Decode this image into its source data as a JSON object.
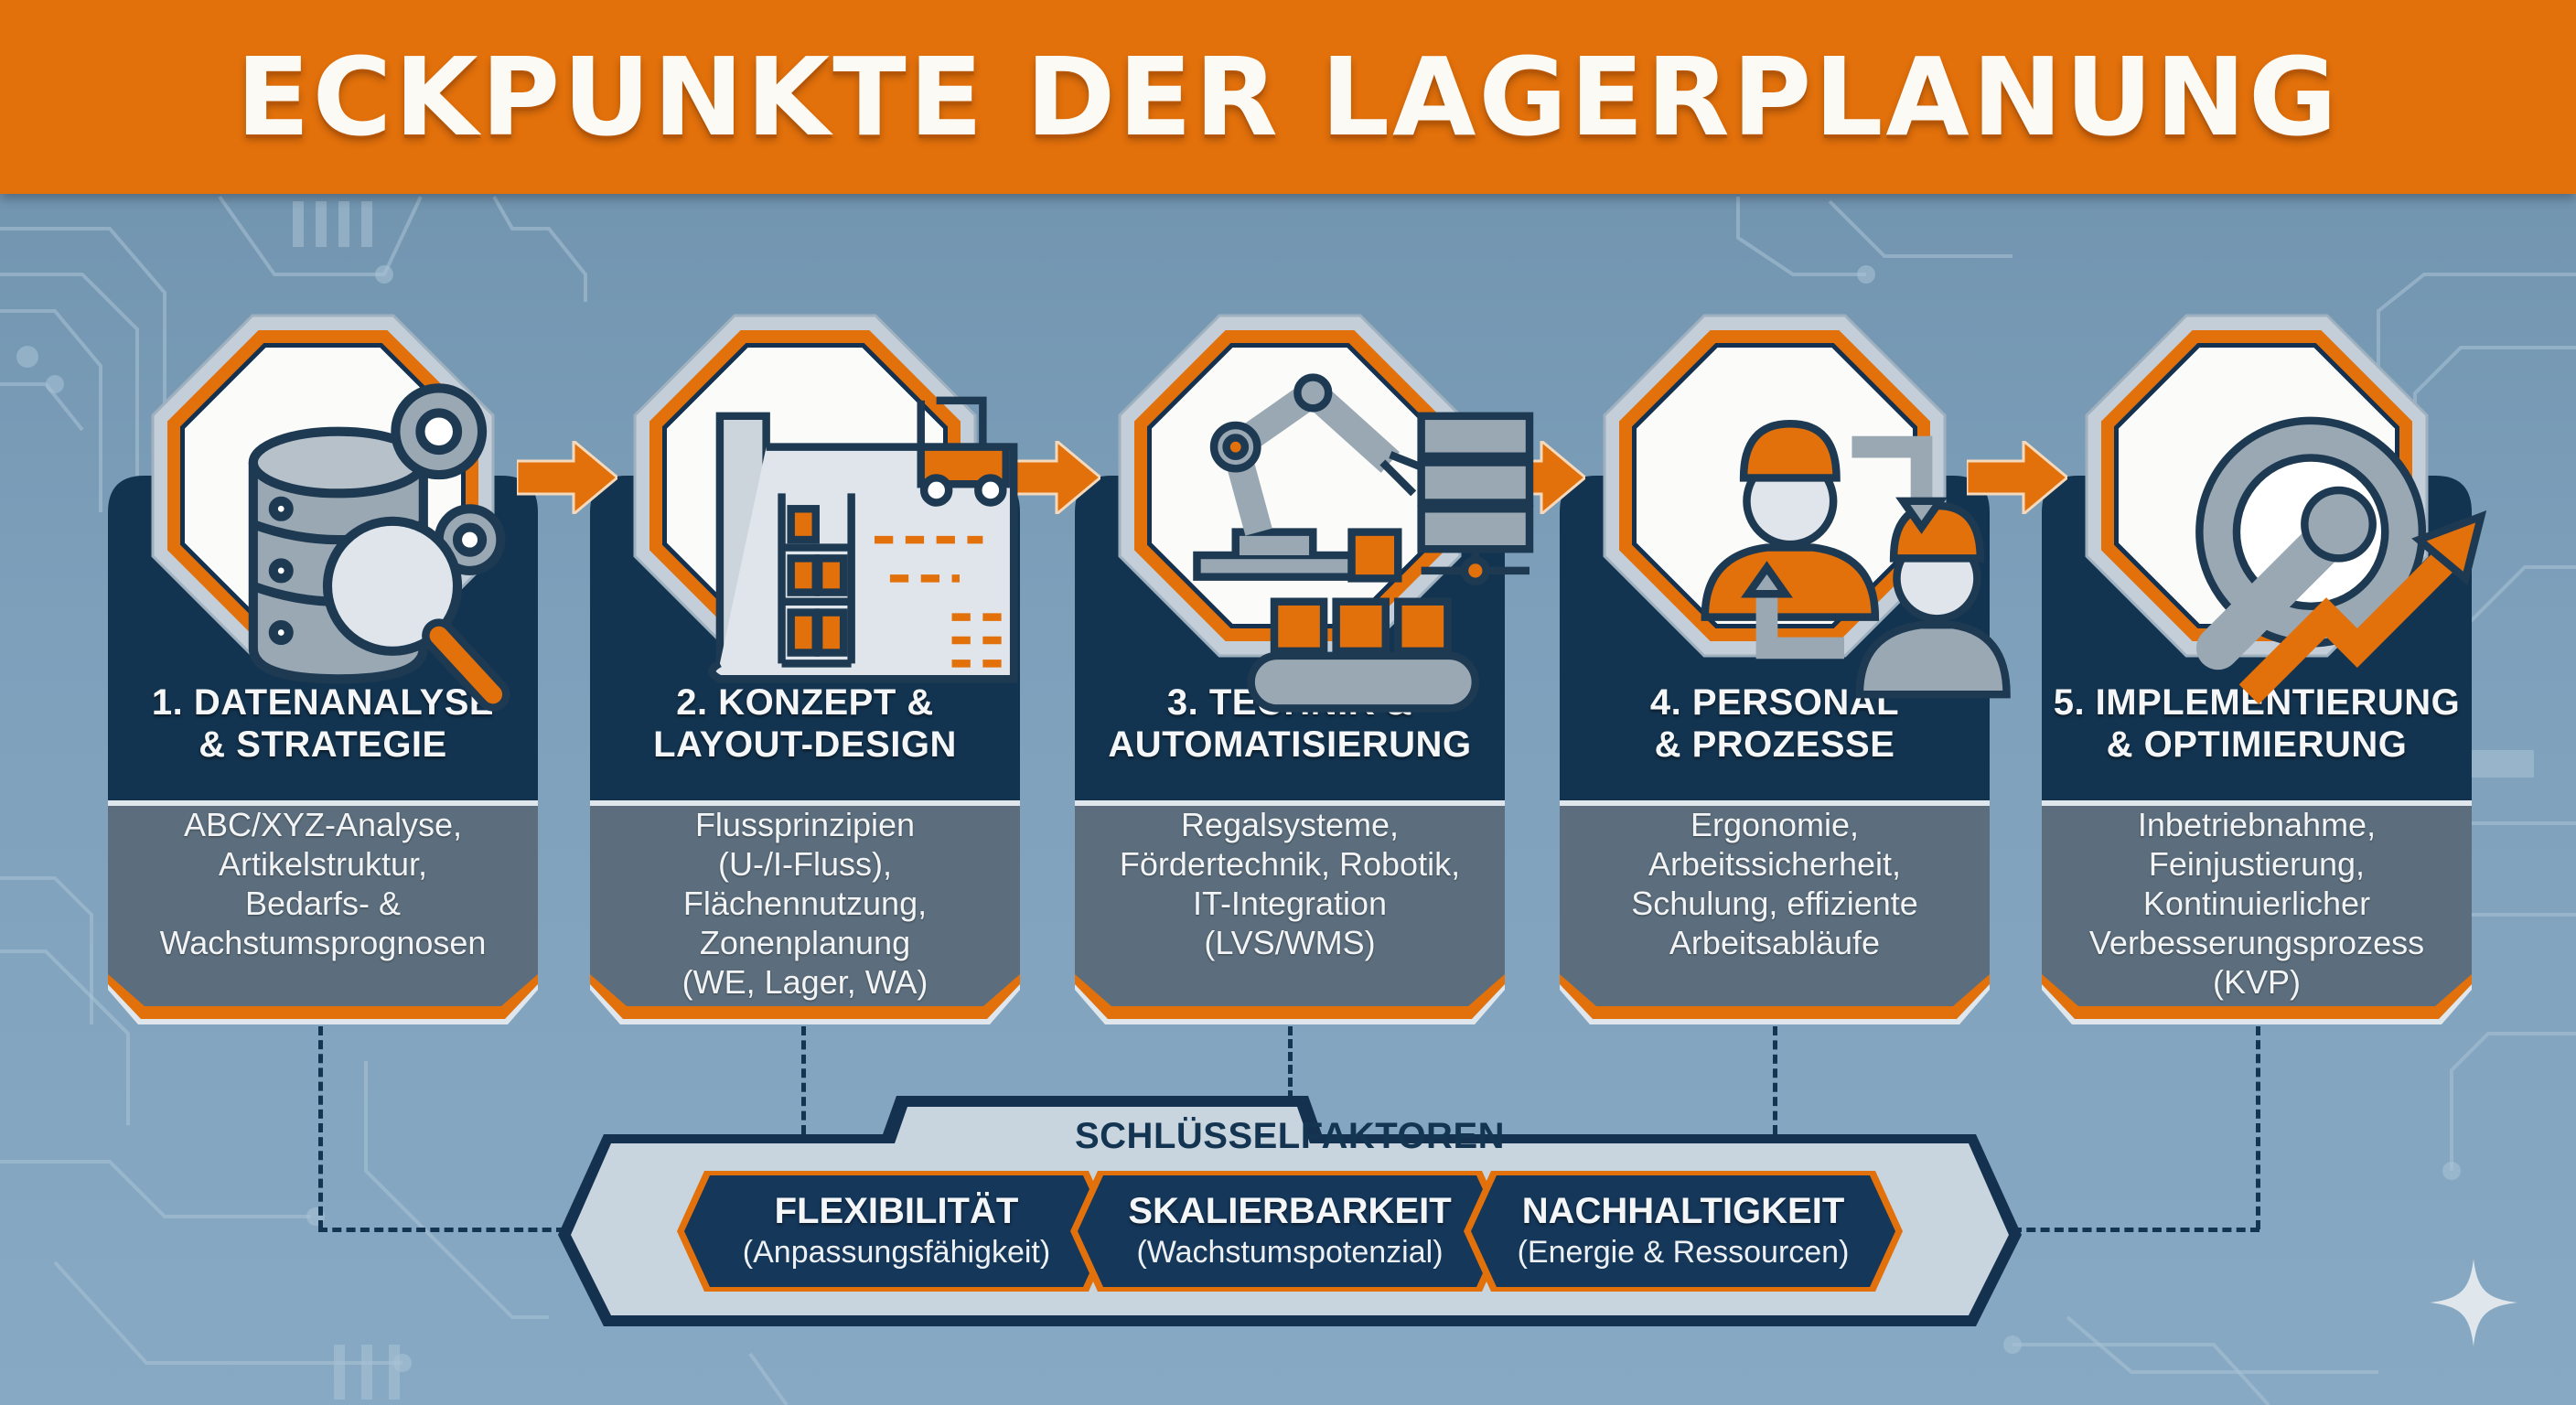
{
  "title": "ECKPUNKTE DER LAGERPLANUNG",
  "colors": {
    "orange": "#e2700b",
    "navy": "#143552",
    "gray_panel": "#5c6e7d",
    "background": "#7ea0bb",
    "light_frame": "#c9d3dc"
  },
  "steps": [
    {
      "number": "1",
      "title_line1": "1. DATENANALYSE",
      "title_line2": "& STRATEGIE",
      "icon": "database-magnifier-gears-icon",
      "body": [
        "ABC/XYZ-Analyse,",
        "Artikelstruktur,",
        "Bedarfs- &",
        "Wachstumsprognosen"
      ]
    },
    {
      "number": "2",
      "title_line1": "2. KONZEPT &",
      "title_line2": "LAYOUT-DESIGN",
      "icon": "blueprint-forklift-shelf-icon",
      "body": [
        "Flussprinzipien",
        "(U-/I-Fluss),",
        "Flächennutzung,",
        "Zonenplanung",
        "(WE, Lager, WA)"
      ]
    },
    {
      "number": "3",
      "title_line1": "3. TECHNIK &",
      "title_line2": "AUTOMATISIERUNG",
      "icon": "robot-arm-server-conveyor-icon",
      "body": [
        "Regalsysteme,",
        "Fördertechnik, Robotik,",
        "IT-Integration",
        "(LVS/WMS)"
      ]
    },
    {
      "number": "4",
      "title_line1": "4. PERSONAL",
      "title_line2": "& PROZESSE",
      "icon": "workers-exchange-icon",
      "body": [
        "Ergonomie,",
        "Arbeitssicherheit,",
        "Schulung, effiziente",
        "Arbeitsabläufe"
      ]
    },
    {
      "number": "5",
      "title_line1": "5. IMPLEMENTIERUNG",
      "title_line2": "& OPTIMIERUNG",
      "icon": "gear-wrench-growth-icon",
      "body": [
        "Inbetriebnahme,",
        "Feinjustierung,",
        "Kontinuierlicher",
        "Verbesserungsprozess",
        "(KVP)"
      ]
    }
  ],
  "key_factors": {
    "label": "SCHLÜSSELFAKTOREN",
    "items": [
      {
        "title": "FLEXIBILITÄT",
        "subtitle": "(Anpassungsfähigkeit)"
      },
      {
        "title": "SKALIERBARKEIT",
        "subtitle": "(Wachstumspotenzial)"
      },
      {
        "title": "NACHHALTIGKEIT",
        "subtitle": "(Energie & Ressourcen)"
      }
    ]
  },
  "decor": {
    "sparkle_icon": "sparkle-icon"
  }
}
